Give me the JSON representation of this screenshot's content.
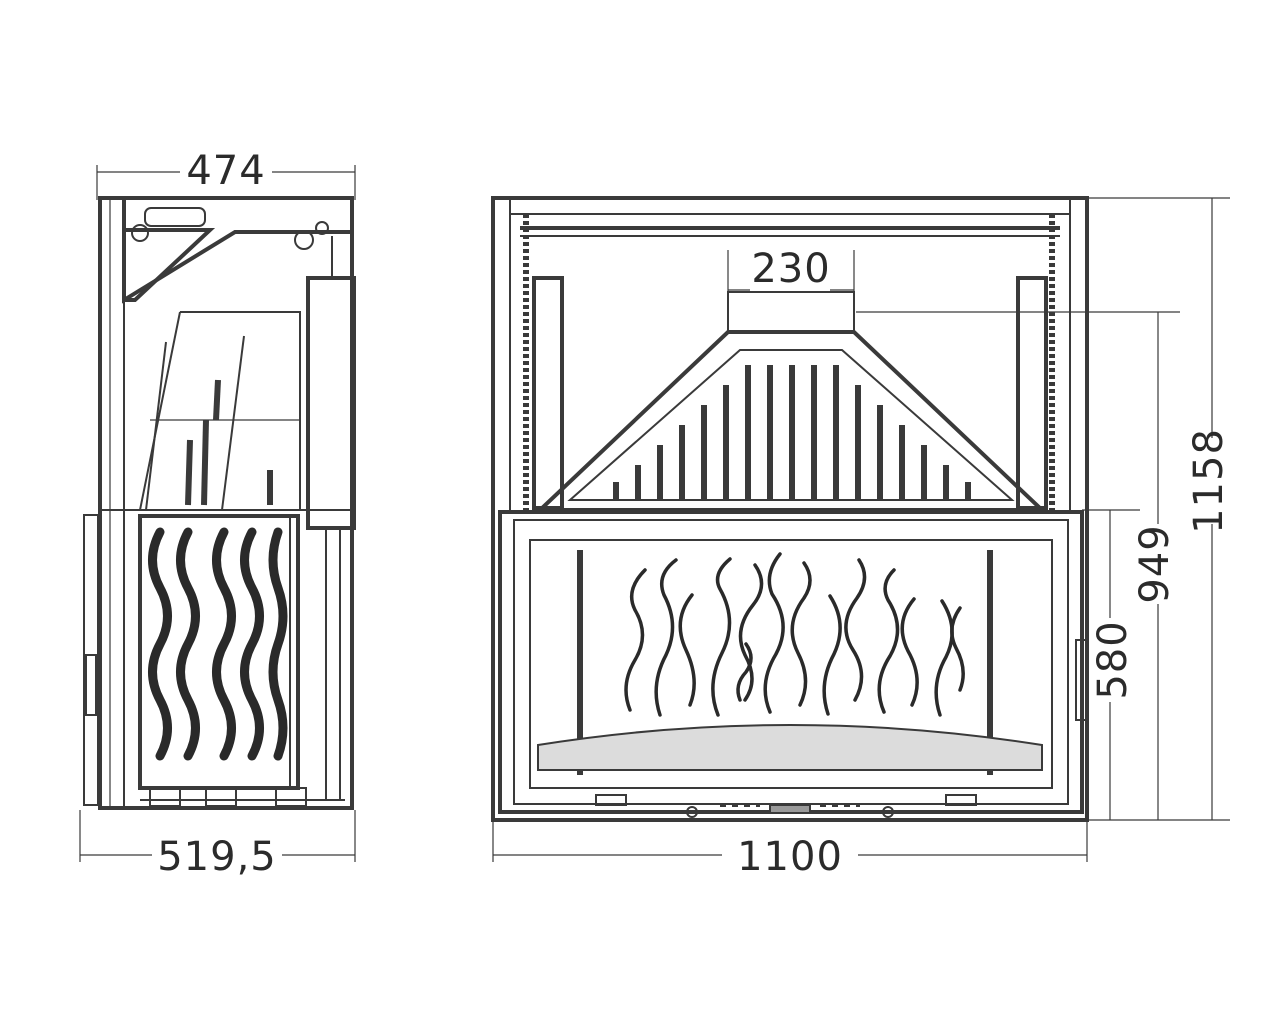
{
  "diagram": {
    "dimensions": {
      "side_top_width": "474",
      "side_bottom_width": "519,5",
      "front_width": "1100",
      "front_height_total": "1158",
      "front_height_hood": "949",
      "front_height_door": "580",
      "flue_width": "230"
    }
  }
}
